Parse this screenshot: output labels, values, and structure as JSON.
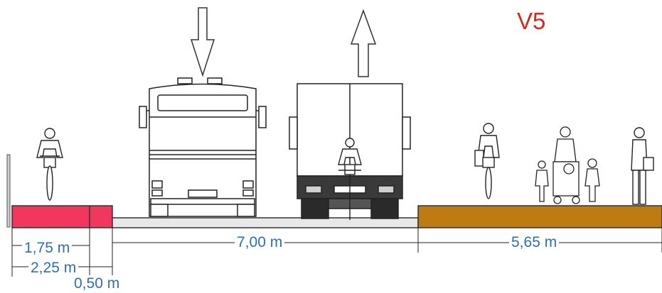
{
  "title": "V5",
  "colors": {
    "bike_lane": "#f2375e",
    "sidewalk": "#bf7a10",
    "road": "#e8e8e8",
    "dimension": "#2e6fb0",
    "title": "#d42a1e",
    "outline": "#222222"
  },
  "dimensions": {
    "bike_lane": "1,75 m",
    "bike_total": "2,25 m",
    "buffer": "0,50 m",
    "roadway": "7,00 m",
    "sidewalk": "5,65 m"
  },
  "icons": {
    "down_arrow": "down-arrow-icon",
    "up_arrow": "up-arrow-icon",
    "bus": "bus-front-icon",
    "truck": "truck-rear-icon",
    "cyclist": "cyclist-icon",
    "pedestrian": "pedestrian-icon",
    "stroller": "stroller-family-icon"
  }
}
